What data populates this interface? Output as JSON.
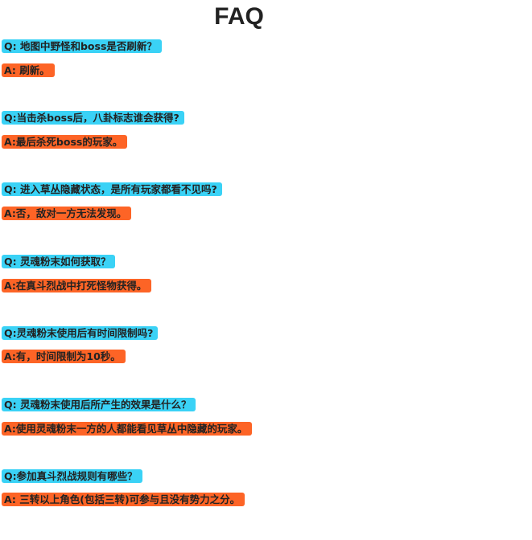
{
  "title": "FAQ",
  "colors": {
    "question_bg": "#3ad2f6",
    "answer_bg": "#fd6426"
  },
  "faqs": [
    {
      "q": "Q: 地图中野怪和boss是否刷新？",
      "a": "A: 刷新。"
    },
    {
      "q": "Q:当击杀boss后，八卦标志谁会获得?",
      "a": "A:最后杀死boss的玩家。"
    },
    {
      "q": "Q: 进入草丛隐藏状态，是所有玩家都看不见吗?",
      "a": "A:否，敌对一方无法发现。"
    },
    {
      "q": "Q: 灵魂粉末如何获取？",
      "a": "A:在真斗烈战中打死怪物获得。"
    },
    {
      "q": "Q:灵魂粉末使用后有时间限制吗?",
      "a": "A:有，时间限制为10秒。"
    },
    {
      "q": "Q: 灵魂粉末使用后所产生的效果是什么？",
      "a": "A:使用灵魂粉末一方的人都能看见草丛中隐藏的玩家。"
    },
    {
      "q": "Q:参加真斗烈战规则有哪些？",
      "a": "A: 三转以上角色(包括三转)可参与且没有势力之分。"
    }
  ]
}
